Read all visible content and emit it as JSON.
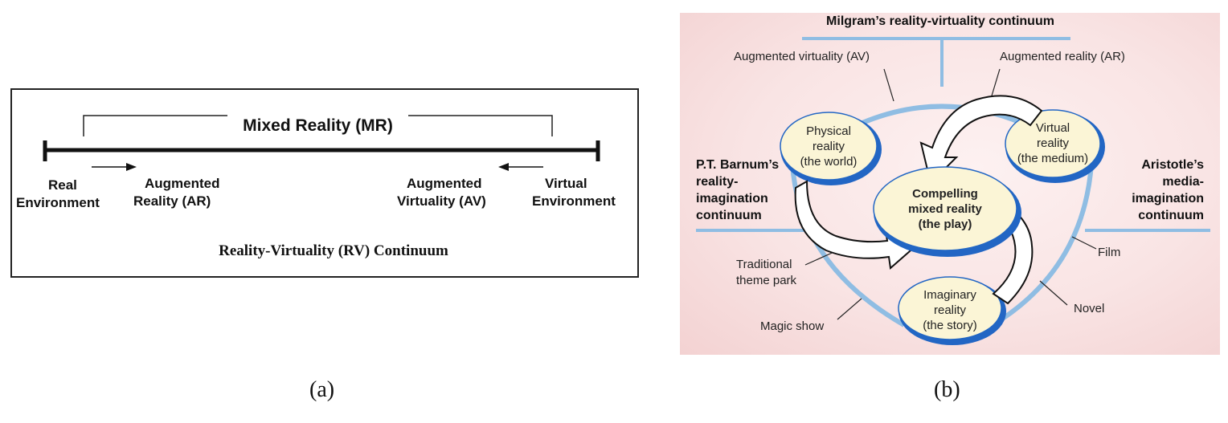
{
  "panel_a": {
    "title": "Mixed Reality (MR)",
    "labels": {
      "real_env": [
        "Real",
        "Environment"
      ],
      "ar": [
        "Augmented",
        "Reality (AR)"
      ],
      "av": [
        "Augmented",
        "Virtuality (AV)"
      ],
      "virtual_env": [
        "Virtual",
        "Environment"
      ]
    },
    "caption": "Reality-Virtuality (RV) Continuum",
    "sublabel": "(a)"
  },
  "panel_b": {
    "title": "Milgram’s reality-virtuality continuum",
    "av_label": "Augmented virtuality (AV)",
    "ar_label": "Augmented reality (AR)",
    "left_continuum": [
      "P.T. Barnum’s",
      "reality-",
      "imagination",
      "continuum"
    ],
    "right_continuum": [
      "Aristotle’s",
      "media-",
      "imagination",
      "continuum"
    ],
    "nodes": {
      "physical": [
        "Physical",
        "reality",
        "(the world)"
      ],
      "virtual": [
        "Virtual",
        "reality",
        "(the medium)"
      ],
      "center": [
        "Compelling",
        "mixed reality",
        "(the play)"
      ],
      "imaginary": [
        "Imaginary",
        "reality",
        "(the story)"
      ]
    },
    "side_labels": {
      "theme_park": [
        "Traditional",
        "theme park"
      ],
      "magic_show": "Magic show",
      "film": "Film",
      "novel": "Novel"
    },
    "sublabel": "(b)"
  },
  "colors": {
    "blue_line": "#8fbde3",
    "node_rim": "#2266c4",
    "node_fill": "#fbf5d6",
    "bg_pink": "#f7dede"
  }
}
